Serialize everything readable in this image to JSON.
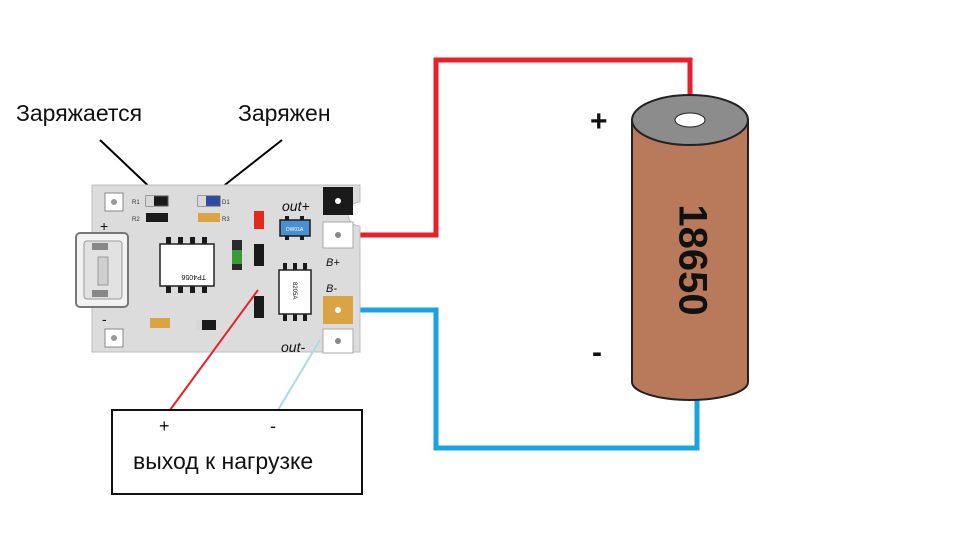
{
  "labels": {
    "charging": "Заряжается",
    "charged": "Заряжен",
    "out_plus": "out+",
    "out_minus": "out-",
    "b_plus": "B+",
    "b_minus": "B-",
    "board_plus": "+",
    "board_minus": "-",
    "chip_main": "TP4056",
    "chip_protect": "DW01A",
    "chip_mosfet": "8205A",
    "battery_model": "18650",
    "battery_plus": "+",
    "battery_minus": "-",
    "load_plus": "+",
    "load_minus": "-",
    "load_text": "выход к нагрузке"
  },
  "colors": {
    "wire_positive": "#e8202a",
    "wire_negative": "#1aa3e0",
    "wire_load_negative": "#a8dbe8",
    "battery_body": "#b87a5a",
    "board": "#dcdcdc"
  }
}
